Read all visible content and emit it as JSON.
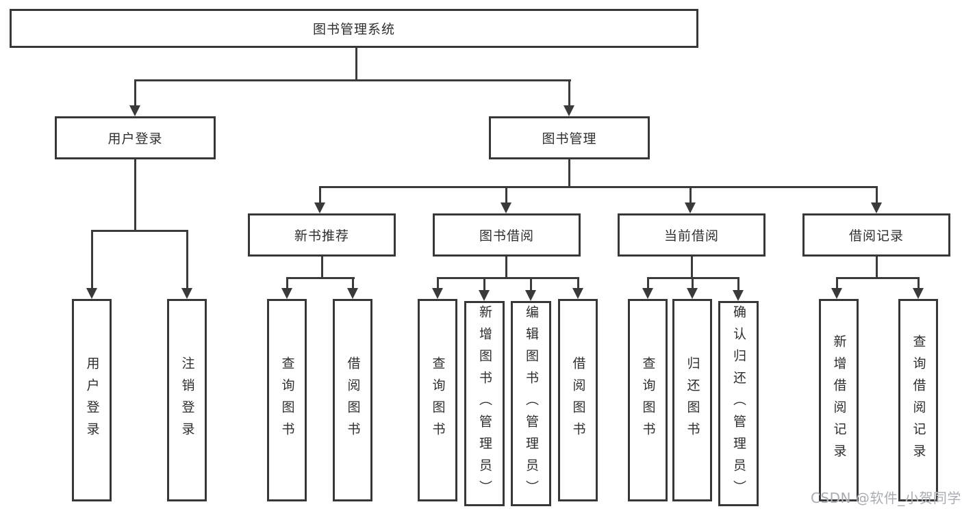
{
  "diagram": {
    "root": {
      "label": "图书管理系统"
    },
    "user_login": {
      "label": "用户登录",
      "children": [
        {
          "label": "用户登录"
        },
        {
          "label": "注销登录"
        }
      ]
    },
    "book_management": {
      "label": "图书管理",
      "sections": [
        {
          "label": "新书推荐",
          "children": [
            {
              "label": "查询图书"
            },
            {
              "label": "借阅图书"
            }
          ]
        },
        {
          "label": "图书借阅",
          "children": [
            {
              "label": "查询图书"
            },
            {
              "label": "新增图书（管理员）"
            },
            {
              "label": "编辑图书（管理员）"
            },
            {
              "label": "借阅图书"
            }
          ]
        },
        {
          "label": "当前借阅",
          "children": [
            {
              "label": "查询图书"
            },
            {
              "label": "归还图书"
            },
            {
              "label": "确认归还（管理员）"
            }
          ]
        },
        {
          "label": "借阅记录",
          "children": [
            {
              "label": "新增借阅记录"
            },
            {
              "label": "查询借阅记录"
            }
          ]
        }
      ]
    }
  },
  "colors": {
    "line": "#3a3a3a",
    "box_border": "#373737",
    "text": "#2e2e2e",
    "background": "#ffffff",
    "watermark": "#a9adb3"
  },
  "watermark": {
    "text": "CSDN @软件_小贺同学"
  }
}
